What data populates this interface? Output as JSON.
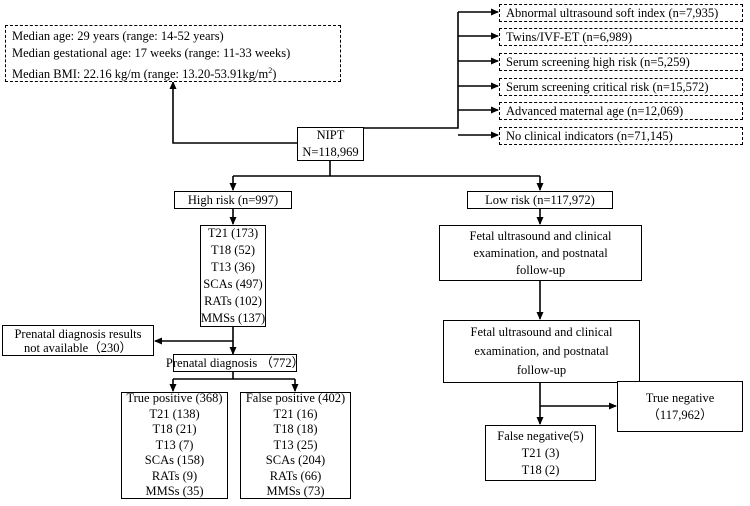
{
  "demographics": {
    "age": "Median age: 29 years (range: 14-52 years)",
    "gestational_age": "Median gestational age: 17 weeks (range: 11-33 weeks)",
    "bmi_prefix": "Median BMI: 22.16 kg/m (range: 13.20-53.91kg/m",
    "bmi_sup": "2",
    "bmi_suffix": ")"
  },
  "indications": [
    "Abnormal ultrasound soft index (n=7,935)",
    "Twins/IVF-ET (n=6,989)",
    "Serum screening high risk (n=5,259)",
    "Serum screening critical risk (n=15,572)",
    "Advanced maternal age (n=12,069)",
    "No clinical indicators (n=71,145)"
  ],
  "nipt": {
    "line1": "NIPT",
    "line2": "N=118,969"
  },
  "high_risk": {
    "label": "High risk (n=997)",
    "items": [
      "T21 (173)",
      "T18 (52)",
      "T13 (36)",
      "SCAs (497)",
      "RATs (102)",
      "MMSs (137)"
    ]
  },
  "not_available": {
    "line1": "Prenatal diagnosis results",
    "line2": "not available（230）"
  },
  "prenatal_diagnosis": "Prenatal diagnosis （772）",
  "true_positive": [
    "True positive (368)",
    "T21 (138)",
    "T18 (21)",
    "T13 (7)",
    "SCAs (158)",
    "RATs (9)",
    "MMSs (35)"
  ],
  "false_positive": [
    "False positive (402)",
    "T21 (16)",
    "T18 (18)",
    "T13 (25)",
    "SCAs (204)",
    "RATs (66)",
    "MMSs (73)"
  ],
  "low_risk": {
    "label": "Low risk (n=117,972)"
  },
  "followup1": [
    "Fetal ultrasound and clinical",
    "examination, and postnatal",
    "follow-up"
  ],
  "followup2": [
    "Fetal ultrasound and clinical",
    "examination, and postnatal",
    "follow-up"
  ],
  "false_negative": [
    "False negative(5)",
    "T21 (3)",
    "T18 (2)"
  ],
  "true_negative": [
    "True negative",
    "（117,962）"
  ]
}
